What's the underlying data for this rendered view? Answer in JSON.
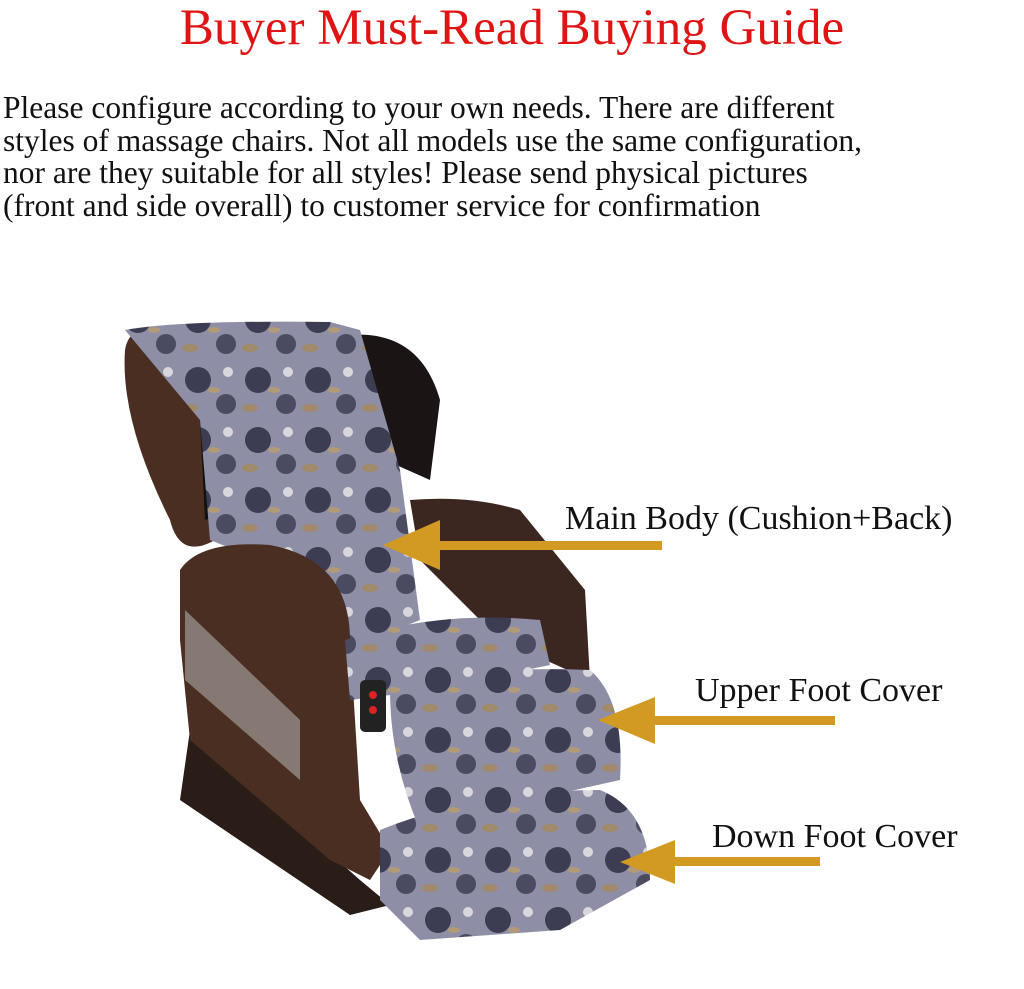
{
  "title": "Buyer Must-Read Buying Guide",
  "intro": "Please configure according to your own needs. There are different\nstyles of massage chairs. Not all models use the same configuration,\nnor are they suitable for all styles! Please send physical pictures\n(front and side overall) to customer service for confirmation",
  "labels": {
    "main_body": "Main Body (Cushion+Back)",
    "upper_foot": "Upper Foot Cover",
    "down_foot": "Down Foot Cover"
  },
  "colors": {
    "title": "#e01414",
    "arrow": "#d29a22",
    "chair_brown": "#4a2e22",
    "cover_grey": "#8e8fa6"
  }
}
